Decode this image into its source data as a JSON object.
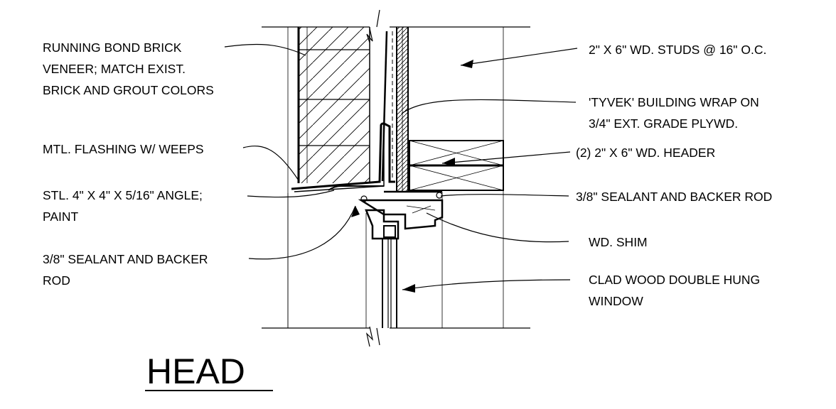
{
  "title": "HEAD",
  "notes_left": [
    {
      "id": "brick-veneer",
      "lines": [
        "RUNNING BOND BRICK",
        "VENEER; MATCH EXIST.",
        "BRICK AND GROUT COLORS"
      ]
    },
    {
      "id": "flashing",
      "lines": [
        "MTL. FLASHING W/ WEEPS"
      ]
    },
    {
      "id": "steel-angle",
      "lines": [
        "STL. 4\" X 4\" X 5/16\" ANGLE;",
        "PAINT"
      ]
    },
    {
      "id": "sealant-left",
      "lines": [
        "3/8\" SEALANT AND BACKER",
        "ROD"
      ]
    }
  ],
  "notes_right": [
    {
      "id": "studs",
      "lines": [
        "2\" X 6\" WD. STUDS @ 16\" O.C."
      ]
    },
    {
      "id": "tyvek",
      "lines": [
        "'TYVEK' BUILDING WRAP ON",
        "3/4\" EXT. GRADE PLYWD."
      ]
    },
    {
      "id": "header",
      "lines": [
        "(2) 2\" X 6\" WD. HEADER"
      ]
    },
    {
      "id": "sealant-right",
      "lines": [
        "3/8\" SEALANT AND BACKER ROD"
      ]
    },
    {
      "id": "shim",
      "lines": [
        "WD. SHIM"
      ]
    },
    {
      "id": "window",
      "lines": [
        "CLAD WOOD DOUBLE HUNG",
        "WINDOW"
      ]
    }
  ]
}
